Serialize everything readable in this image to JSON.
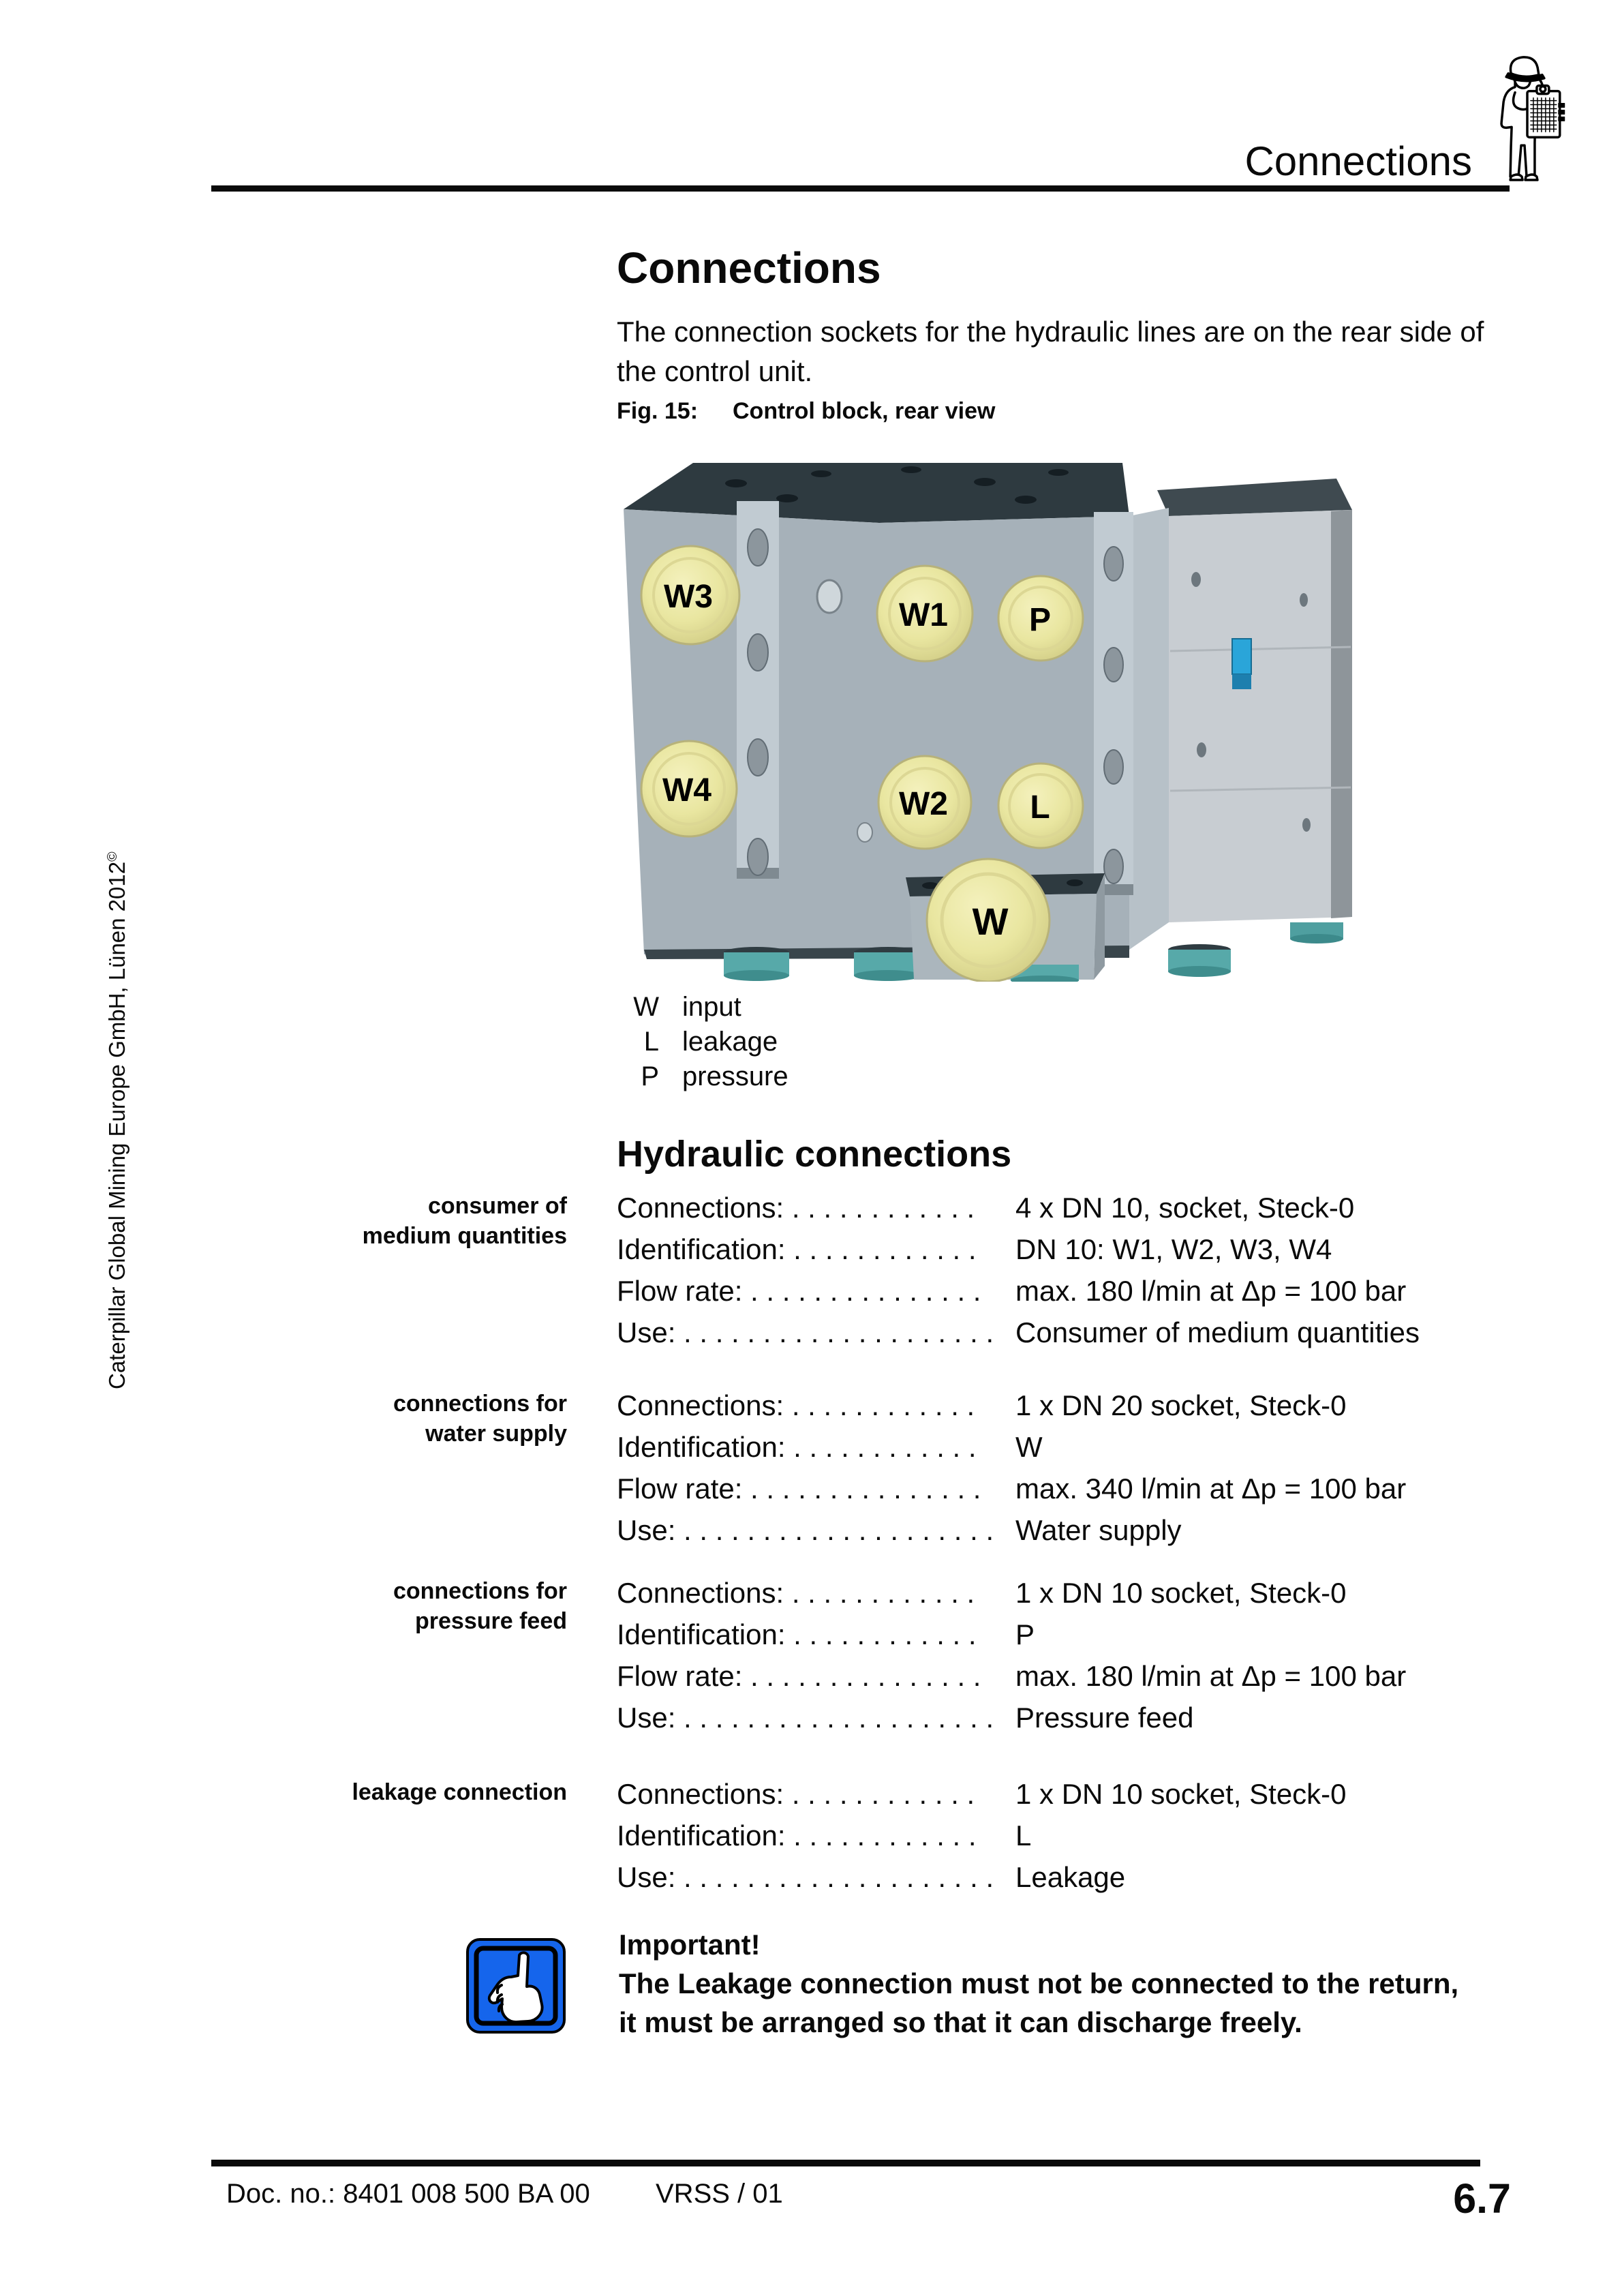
{
  "header": {
    "title": "Connections",
    "icon": "worker-with-clipboard"
  },
  "sidebar": {
    "copyright": "Caterpillar Global Mining Europe GmbH, Lünen 2012",
    "copyright_symbol": "©"
  },
  "main": {
    "title": "Connections",
    "intro": "The connection sockets for the hydraulic lines are on the rear side of the control unit.",
    "figure": {
      "caption_label": "Fig. 15:",
      "caption_text": "Control block, rear view",
      "port_labels": {
        "w3": "W3",
        "w1": "W1",
        "p": "P",
        "w4": "W4",
        "w2": "W2",
        "l": "L",
        "w": "W"
      },
      "legend": [
        {
          "key": "W",
          "desc": "input"
        },
        {
          "key": "L",
          "desc": "leakage"
        },
        {
          "key": "P",
          "desc": "pressure"
        }
      ]
    },
    "section_title": "Hydraulic connections",
    "blocks": [
      {
        "label_line1": "consumer of",
        "label_line2": "medium quantities",
        "rows": [
          {
            "label": "Connections: . . . . . . . . . . . .",
            "value": "4 x DN 10, socket, Steck-0"
          },
          {
            "label": "Identification: . . . . . . . . . . . .",
            "value": "DN 10: W1, W2, W3, W4"
          },
          {
            "label": "Flow rate: . . . . . . . . . . . . . . .",
            "value": "max. 180 l/min at Δp = 100 bar"
          },
          {
            "label": "Use: . . . . . . . . . . . . . . . . . . . .",
            "value": "Consumer of medium quantities"
          }
        ]
      },
      {
        "label_line1": "connections for",
        "label_line2": "water supply",
        "rows": [
          {
            "label": "Connections: . . . . . . . . . . . .",
            "value": "1 x DN 20 socket, Steck-0"
          },
          {
            "label": "Identification: . . . . . . . . . . . .",
            "value": "W"
          },
          {
            "label": "Flow rate: . . . . . . . . . . . . . . .",
            "value": "max. 340 l/min at Δp = 100 bar"
          },
          {
            "label": "Use: . . . . . . . . . . . . . . . . . . . .",
            "value": "Water supply"
          }
        ]
      },
      {
        "label_line1": "connections for",
        "label_line2": "pressure feed",
        "rows": [
          {
            "label": "Connections: . . . . . . . . . . . .",
            "value": "1 x DN 10 socket, Steck-0"
          },
          {
            "label": "Identification: . . . . . . . . . . . .",
            "value": "P"
          },
          {
            "label": "Flow rate: . . . . . . . . . . . . . . .",
            "value": "max. 180 l/min at Δp = 100 bar"
          },
          {
            "label": "Use: . . . . . . . . . . . . . . . . . . . .",
            "value": "Pressure feed"
          }
        ]
      },
      {
        "label_line1": "leakage connection",
        "label_line2": "",
        "rows": [
          {
            "label": "Connections: . . . . . . . . . . . .",
            "value": "1 x DN 10 socket, Steck-0"
          },
          {
            "label": "Identification: . . . . . . . . . . . .",
            "value": "L"
          },
          {
            "label": "Use: . . . . . . . . . . . . . . . . . . . .",
            "value": "Leakage"
          }
        ]
      }
    ],
    "note": {
      "title": "Important!",
      "line1": "The Leakage connection must not be connected to the return,",
      "line2": "it must be arranged so that it can discharge freely.",
      "icon": "pointing-hand"
    }
  },
  "footer": {
    "doc_no": "Doc. no.: 8401 008 500 BA 00",
    "version": "VRSS / 01",
    "page_number": "6.7"
  },
  "colors": {
    "note_icon_blue": "#1565ec",
    "port_yellow": "#e9e6a0",
    "block_gray": "#a6b1b9",
    "cylinder_teal": "#57a9a9",
    "top_face_dark": "#2e3a40"
  }
}
